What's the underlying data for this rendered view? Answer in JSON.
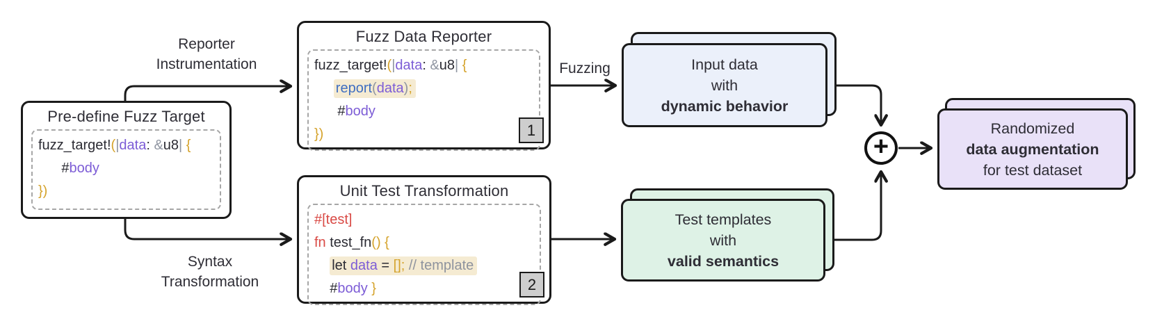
{
  "labels": {
    "reporter": [
      "Reporter",
      "Instrumentation"
    ],
    "syntax": [
      "Syntax",
      "Transformation"
    ],
    "fuzzing": "Fuzzing",
    "plus": "+"
  },
  "boxes": {
    "predefine": {
      "title": "Pre-define Fuzz Target",
      "code": [
        {
          "segments": [
            {
              "t": "fuzz_target!",
              "c": "dark"
            },
            {
              "t": "(",
              "c": "gold"
            },
            {
              "t": "|",
              "c": "gray"
            },
            {
              "t": "data",
              "c": "purple"
            },
            {
              "t": ": ",
              "c": "dark"
            },
            {
              "t": "&",
              "c": "gray"
            },
            {
              "t": "u8",
              "c": "dark"
            },
            {
              "t": "|",
              "c": "gray"
            },
            {
              "t": " {",
              "c": "gold"
            }
          ]
        },
        {
          "pre": "      ",
          "segments": [
            {
              "t": "#",
              "c": "dark"
            },
            {
              "t": "body",
              "c": "purple"
            }
          ]
        },
        {
          "segments": [
            {
              "t": "})",
              "c": "gold"
            }
          ]
        }
      ]
    },
    "reporter": {
      "title": "Fuzz Data Reporter",
      "badge": "1",
      "code": [
        {
          "segments": [
            {
              "t": "fuzz_target!",
              "c": "dark"
            },
            {
              "t": "(",
              "c": "gold"
            },
            {
              "t": "|",
              "c": "gray"
            },
            {
              "t": "data",
              "c": "purple"
            },
            {
              "t": ": ",
              "c": "dark"
            },
            {
              "t": "&",
              "c": "gray"
            },
            {
              "t": "u8",
              "c": "dark"
            },
            {
              "t": "|",
              "c": "gray"
            },
            {
              "t": " {",
              "c": "gold"
            }
          ]
        },
        {
          "pre": "     ",
          "highlight": true,
          "segments": [
            {
              "t": "report",
              "c": "blue"
            },
            {
              "t": "(",
              "c": "gray"
            },
            {
              "t": "data",
              "c": "purple"
            },
            {
              "t": ")",
              "c": "gray"
            },
            {
              "t": ";",
              "c": "gold"
            }
          ]
        },
        {
          "pre": "      ",
          "segments": [
            {
              "t": "#",
              "c": "dark"
            },
            {
              "t": "body",
              "c": "purple"
            }
          ]
        },
        {
          "segments": [
            {
              "t": "})",
              "c": "gold"
            }
          ]
        }
      ]
    },
    "unit_test": {
      "title": "Unit Test Transformation",
      "badge": "2",
      "code": [
        {
          "segments": [
            {
              "t": "#[test]",
              "c": "red"
            }
          ]
        },
        {
          "segments": [
            {
              "t": "fn",
              "c": "red"
            },
            {
              "t": " test_fn",
              "c": "dark"
            },
            {
              "t": "() {",
              "c": "gold"
            }
          ]
        },
        {
          "pre": "    ",
          "highlight": true,
          "segments": [
            {
              "t": "let ",
              "c": "dark"
            },
            {
              "t": "data",
              "c": "purple"
            },
            {
              "t": " = ",
              "c": "dark"
            },
            {
              "t": "[];",
              "c": "gold"
            },
            {
              "t": " // template",
              "c": "comment"
            }
          ]
        },
        {
          "pre": "    ",
          "segments": [
            {
              "t": "#",
              "c": "dark"
            },
            {
              "t": "body",
              "c": "purple"
            },
            {
              "t": " }",
              "c": "gold"
            }
          ]
        }
      ]
    }
  },
  "cards": {
    "input_data": {
      "lines": [
        "Input data",
        "with",
        "dynamic behavior"
      ],
      "fill": "#ebf0fa"
    },
    "test_templates": {
      "lines": [
        "Test templates",
        "with",
        "valid semantics"
      ],
      "fill": "#def2e6"
    },
    "randomized": {
      "lines": [
        "Randomized",
        "data augmentation",
        "for test dataset"
      ],
      "fill": "#e9e1f8"
    }
  },
  "colors": {
    "line": "#1a1a1a",
    "code_highlight": "#f5ebd2",
    "code_gold": "#d5a32c",
    "code_purple": "#7c5cd6",
    "code_blue": "#3f6ec1",
    "code_red": "#d94a45",
    "card_blue": "#ebf0fa",
    "card_green": "#def2e6",
    "card_purple": "#e9e1f8",
    "badge_gray": "#cecece"
  }
}
